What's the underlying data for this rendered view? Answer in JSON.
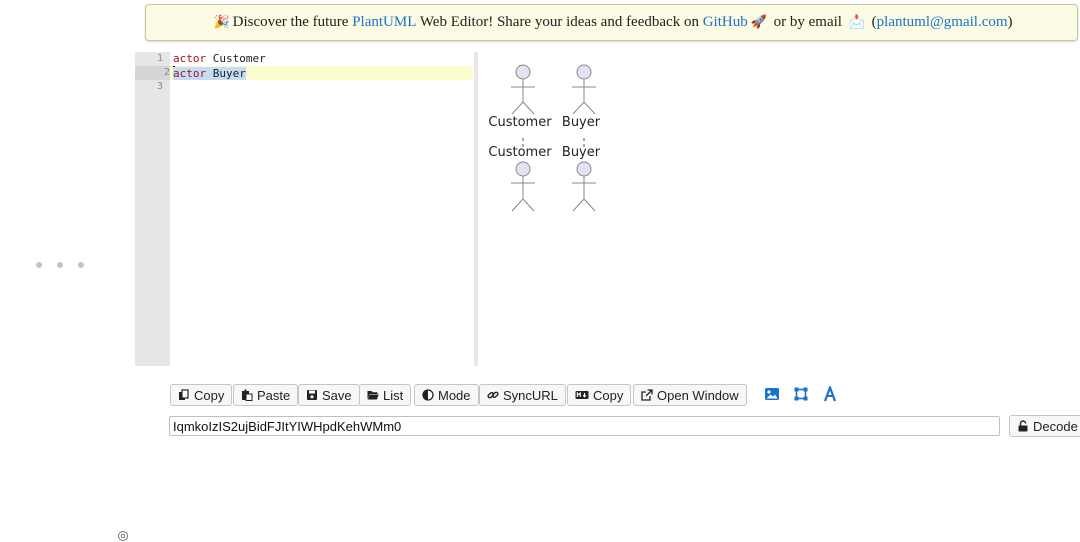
{
  "banner": {
    "prefix_emoji": "🎉",
    "text_1": "Discover the future ",
    "link_plantuml": "PlantUML",
    "text_2": " Web Editor! Share your ideas and feedback on ",
    "link_github": "GitHub",
    "rocket_emoji": "🚀",
    "text_3": " or by email ",
    "mail_emoji": "📩",
    "open_paren": " (",
    "email": "plantuml@gmail.com",
    "close_paren": ")"
  },
  "editor": {
    "line_numbers": [
      "1",
      "2",
      "3"
    ],
    "lines": [
      {
        "keyword": "actor",
        "rest": " Customer"
      },
      {
        "keyword": "actor",
        "rest": " Buyer"
      },
      {
        "keyword": "",
        "rest": ""
      }
    ]
  },
  "diagram": {
    "actors": [
      {
        "top_label": "Customer",
        "bottom_label": "Customer"
      },
      {
        "top_label": "Buyer",
        "bottom_label": "Buyer"
      }
    ]
  },
  "toolbar": {
    "copy_label": "Copy",
    "paste_label": "Paste",
    "save_label": "Save",
    "list_label": "List",
    "mode_label": "Mode",
    "syncurl_label": "SyncURL",
    "md_copy_label": "Copy",
    "open_window_label": "Open Window",
    "icon_color": "#1a73c8"
  },
  "encoded_url": {
    "value": "IqmkoIzIS2ujBidFJItYIWHpdKehWMm0"
  },
  "decode_label": "Decode"
}
